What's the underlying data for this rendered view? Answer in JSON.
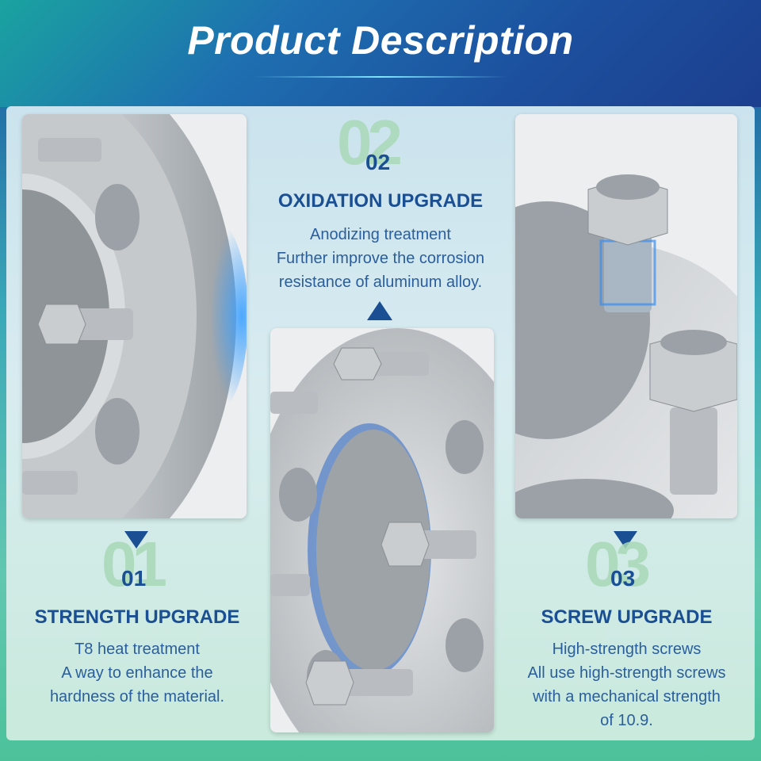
{
  "header": {
    "title": "Product Description"
  },
  "features": [
    {
      "number": "01",
      "heading": "STRENGTH UPGRADE",
      "lines": [
        "T8 heat treatment",
        "A way to enhance the",
        "hardness of the material."
      ]
    },
    {
      "number": "02",
      "heading": "OXIDATION UPGRADE",
      "lines": [
        "Anodizing treatment",
        "Further improve the corrosion",
        "resistance of aluminum alloy."
      ]
    },
    {
      "number": "03",
      "heading": "SCREW UPGRADE",
      "lines": [
        "High-strength screws",
        "All use high-strength screws",
        "with a mechanical strength",
        "of 10.9."
      ]
    }
  ],
  "colors": {
    "accent": "#1a4f94",
    "watermark_number": "#a9d9b8",
    "header": "#1c4f9e"
  }
}
